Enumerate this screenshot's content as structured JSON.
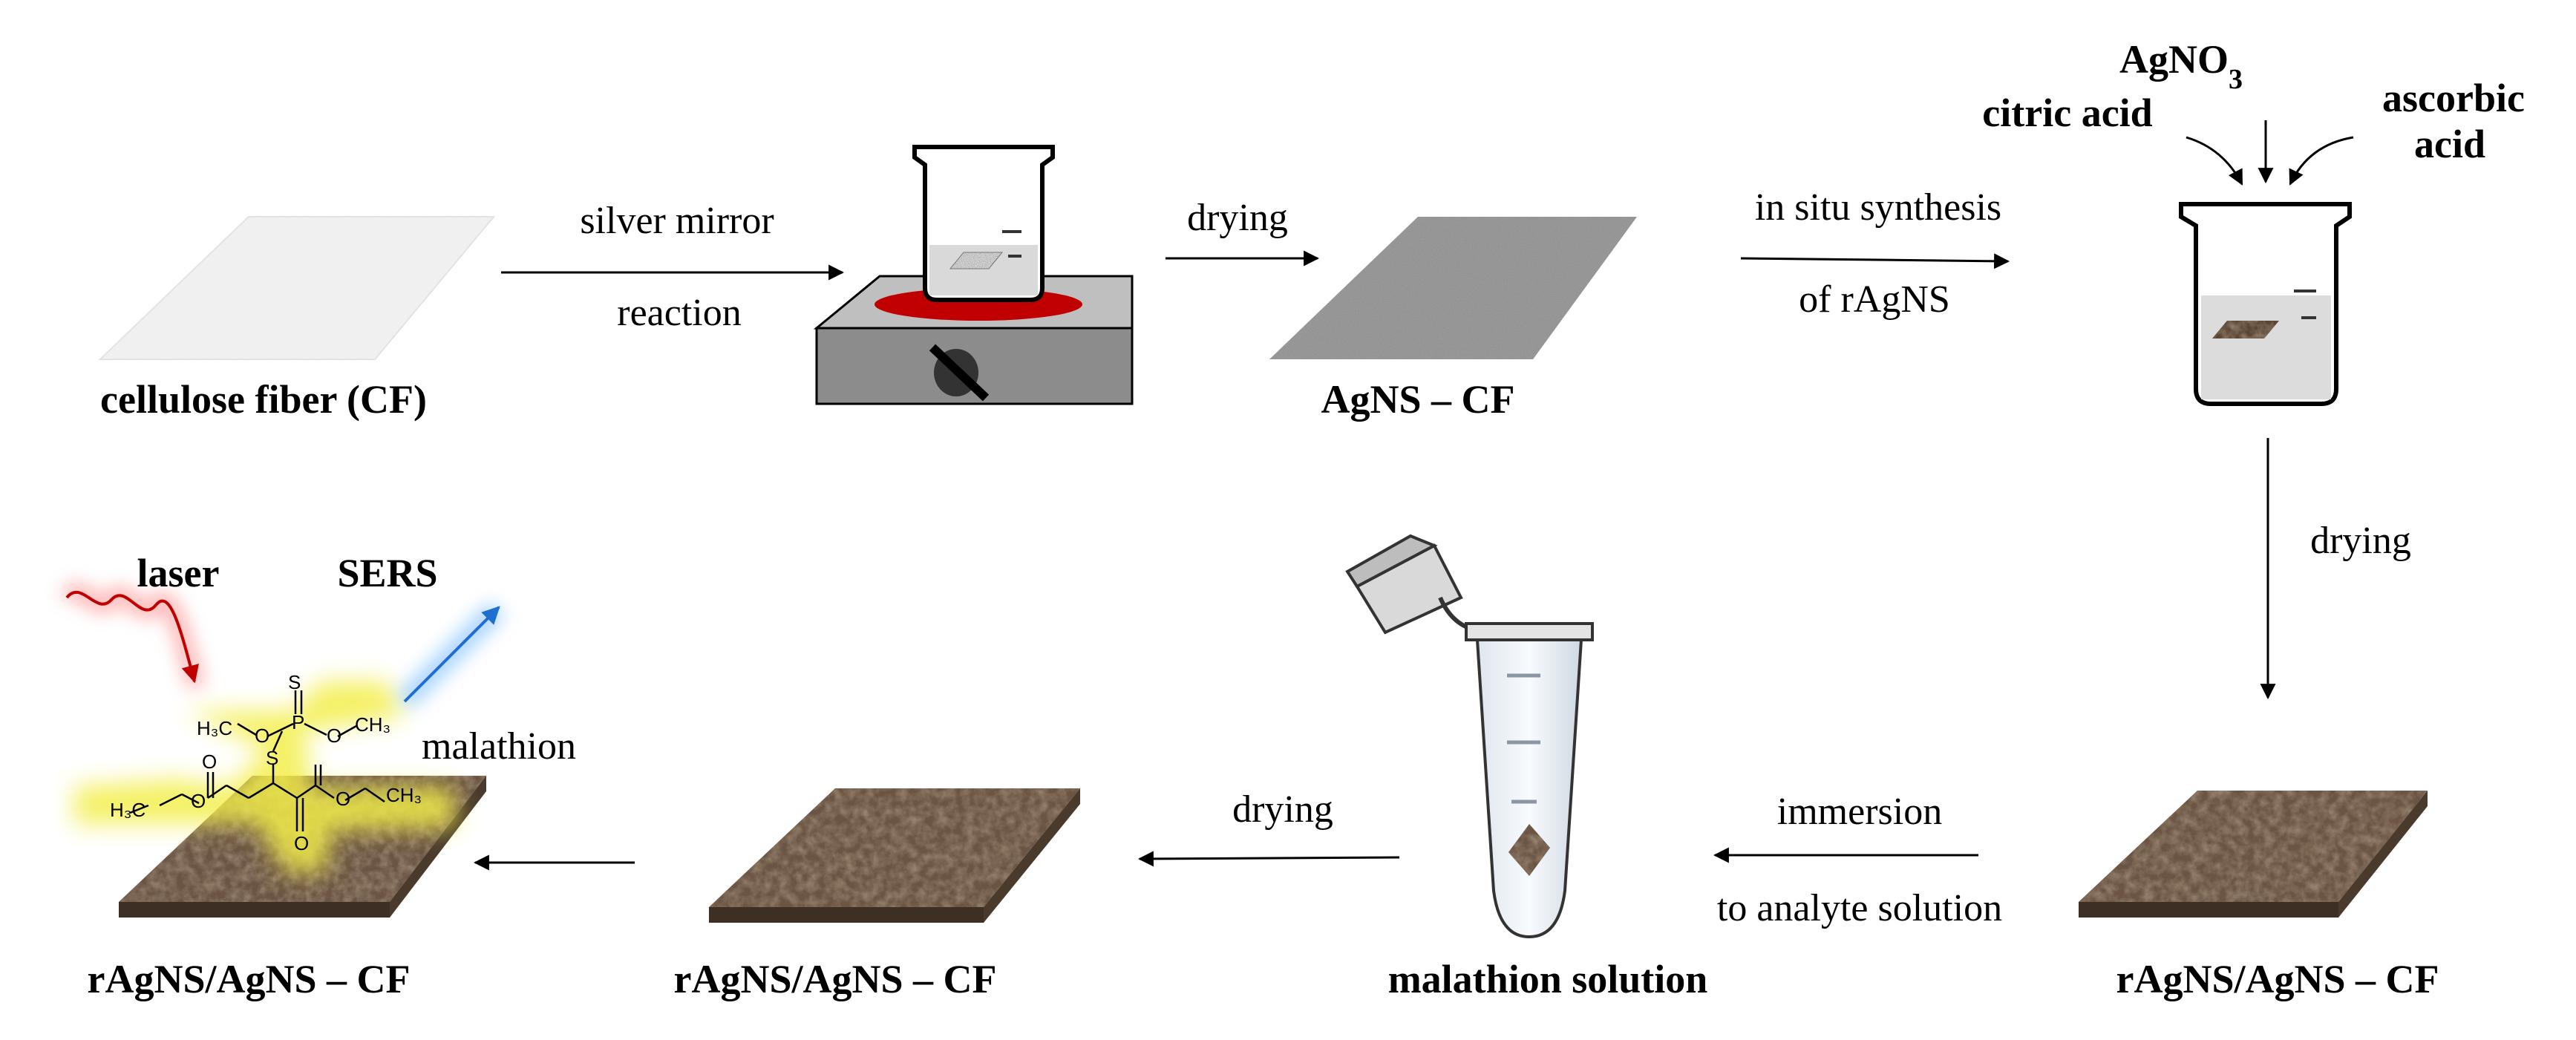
{
  "labels": {
    "cf": "cellulose fiber (CF)",
    "agns_cf": "AgNS – CF",
    "ragns_right": "rAgNS/AgNS – CF",
    "malathion_solution": "malathion solution",
    "ragns_mid": "rAgNS/AgNS – CF",
    "ragns_left": "rAgNS/AgNS – CF"
  },
  "steps": {
    "silver_mirror": "silver mirror",
    "reaction": "reaction",
    "drying_top": "drying",
    "in_situ": "in situ synthesis",
    "of_ragns": "of rAgNS",
    "drying_right": "drying",
    "immersion": "immersion",
    "to_analyte": "to analyte solution",
    "drying_bottom": "drying"
  },
  "reagents": {
    "agno3": "AgNO",
    "agno3_sub": "3",
    "citric": "citric acid",
    "ascorbic_1": "ascorbic",
    "ascorbic_2": "acid"
  },
  "sers": {
    "laser": "laser",
    "sers": "SERS",
    "malathion": "malathion",
    "laser_color": "#c00000",
    "sers_color": "#1f6fd1"
  },
  "molecule": {
    "h3c_a": "H₃C",
    "ch3_a": "CH₃",
    "h3c_b": "H₃C",
    "ch3_b": "CH₃",
    "p": "P",
    "s_top": "S",
    "s_mid": "S",
    "o1": "O",
    "o2": "O",
    "o3": "O",
    "o4": "O",
    "o5": "O",
    "o6": "O"
  },
  "colors": {
    "hot_plate_ring": "#c00000",
    "fiber_brown": "#6b5443",
    "highlight": "#f3ee4a"
  }
}
